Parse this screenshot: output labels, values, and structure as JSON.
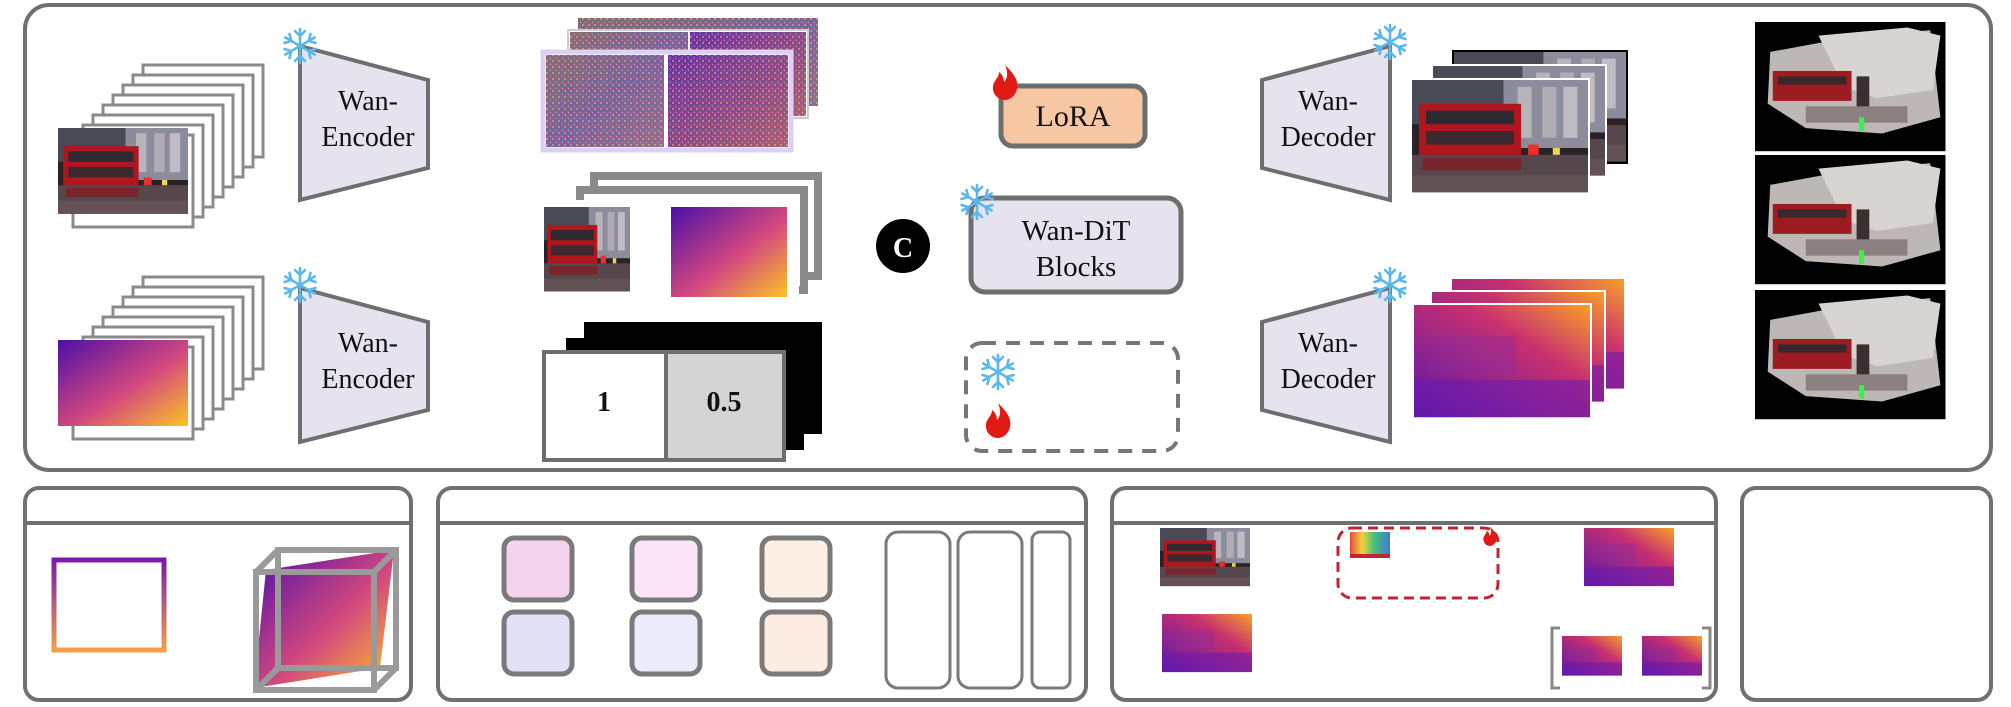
{
  "encoders": [
    {
      "line1": "Wan-",
      "line2": "Encoder"
    },
    {
      "line1": "Wan-",
      "line2": "Encoder"
    }
  ],
  "decoders": [
    {
      "line1": "Wan-",
      "line2": "Decoder"
    },
    {
      "line1": "Wan-",
      "line2": "Decoder"
    }
  ],
  "lora_label": "LoRA",
  "dit_block": {
    "line1": "Wan-DiT",
    "line2": "Blocks"
  },
  "concat_symbol": "C",
  "mask_values": [
    "1",
    "0.5"
  ],
  "colors": {
    "panel_border": "#707070",
    "block_fill": "#e6e2ee",
    "block_stroke": "#6e6e6e",
    "lora_fill": "#f7c7a4",
    "snow": "#5bb8e8",
    "fire": "#e11b14",
    "dashed_red": "#c0262d",
    "depth_dark": "#5a1aa8",
    "depth_mid": "#c0308a",
    "depth_light": "#f6a32a",
    "plasma_start": "#4b0fa8",
    "plasma_end": "#fcc326",
    "chip_pink": "#f3d3ee",
    "chip_lightpink": "#fbe3f8",
    "chip_peach": "#fbeee3",
    "chip_lavender": "#e3e1f5",
    "chip_lilac": "#ecebfb",
    "chip_peach2": "#fbebe0"
  },
  "icons": [
    "snowflake-icon",
    "flame-icon",
    "concat-icon"
  ]
}
